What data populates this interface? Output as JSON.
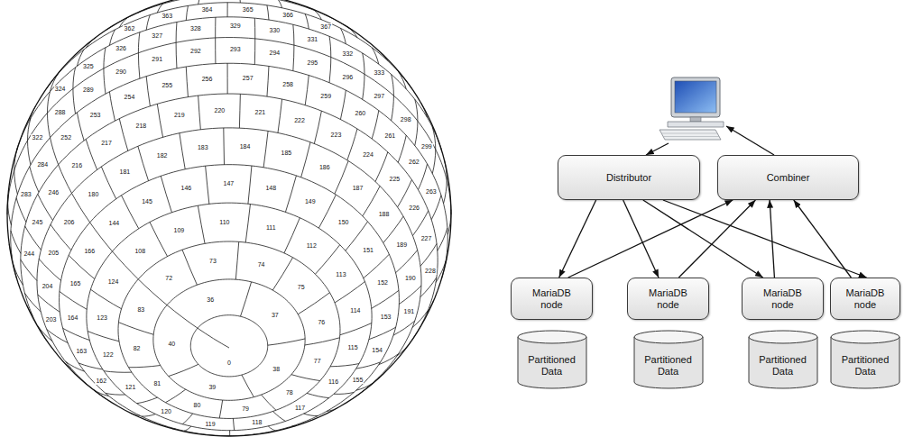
{
  "diagram": {
    "nodes": [
      {
        "text": [
          "Distributor"
        ]
      },
      {
        "text": [
          "Combiner"
        ]
      },
      {
        "text": [
          "MariaDB node"
        ]
      },
      {
        "text": [
          "MariaDB node"
        ]
      },
      {
        "text": [
          "MariaDB node"
        ]
      },
      {
        "text": [
          "MariaDB node"
        ]
      },
      {
        "text": [
          "Partitioned Data"
        ]
      },
      {
        "text": [
          "Partitioned Data"
        ]
      },
      {
        "text": [
          "Partitioned Data"
        ]
      },
      {
        "text": [
          "Partitioned Data"
        ]
      }
    ],
    "edges": [
      {
        "from": 0,
        "to": 2,
        "arrow": "to"
      },
      {
        "from": 0,
        "to": 3,
        "arrow": "to"
      },
      {
        "from": 0,
        "to": 4,
        "arrow": "to"
      },
      {
        "from": 0,
        "to": 5,
        "arrow": "to"
      },
      {
        "from": 2,
        "to": 1,
        "arrow": "to"
      },
      {
        "from": 3,
        "to": 1,
        "arrow": "to"
      },
      {
        "from": 4,
        "to": 1,
        "arrow": "to"
      },
      {
        "from": 5,
        "to": 1,
        "arrow": "to"
      }
    ],
    "labels": [
      "0",
      "36",
      "37",
      "38",
      "39",
      "40",
      "72",
      "73",
      "74",
      "75",
      "76",
      "77",
      "78",
      "79",
      "80",
      "81",
      "82",
      "83",
      "108",
      "109",
      "110",
      "111",
      "112",
      "113",
      "114",
      "115",
      "116",
      "117",
      "118",
      "119",
      "120",
      "121",
      "122",
      "123",
      "124",
      "144",
      "145",
      "146",
      "147",
      "148",
      "149",
      "150",
      "151",
      "152",
      "153",
      "154",
      "155",
      "162",
      "163",
      "164",
      "165",
      "166",
      "180",
      "181",
      "182",
      "183",
      "184",
      "185",
      "186",
      "187",
      "188",
      "189",
      "190",
      "191",
      "203",
      "204",
      "205",
      "206",
      "216",
      "217",
      "218",
      "219",
      "220",
      "221",
      "222",
      "223",
      "224",
      "225",
      "226",
      "227",
      "228",
      "244",
      "245",
      "246",
      "252",
      "253",
      "254",
      "255",
      "256",
      "257",
      "258",
      "259",
      "260",
      "261",
      "262",
      "263",
      "283",
      "284",
      "288",
      "289",
      "290",
      "291",
      "292",
      "293",
      "294",
      "295",
      "296",
      "297",
      "298",
      "299",
      "322",
      "324",
      "325",
      "326",
      "327",
      "328",
      "329",
      "330",
      "331",
      "332",
      "333",
      "362",
      "363",
      "364",
      "365",
      "366",
      "367"
    ]
  }
}
